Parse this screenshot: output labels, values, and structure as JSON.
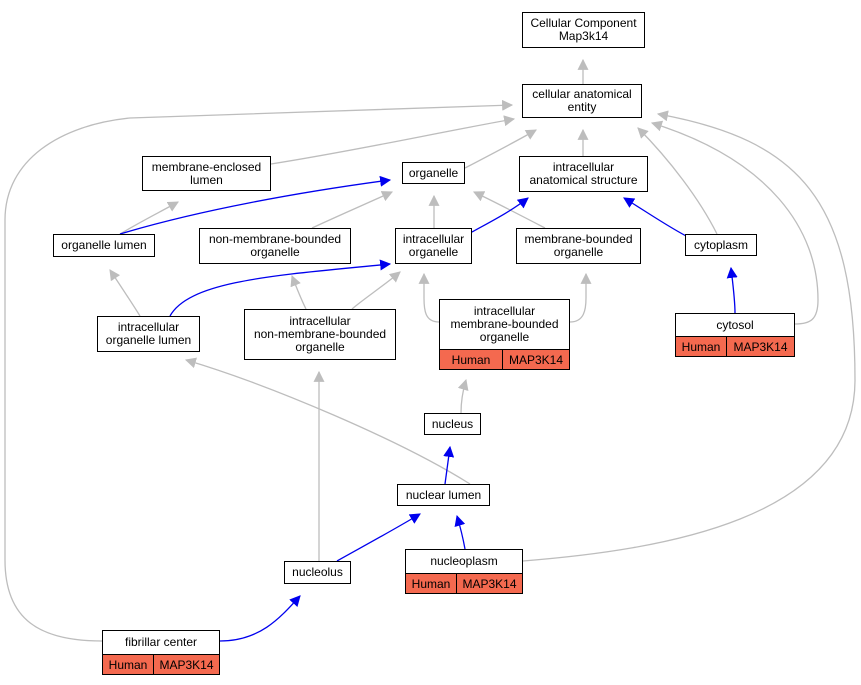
{
  "colors": {
    "is_a_edge": "#bdbdbd",
    "part_of_edge": "#0000ee",
    "annotation_fill": "#f4694f"
  },
  "nodes": {
    "root": {
      "label": "Cellular Component\nMap3k14"
    },
    "cae": {
      "label": "cellular anatomical\nentity"
    },
    "mel": {
      "label": "membrane-enclosed\nlumen"
    },
    "org": {
      "label": "organelle"
    },
    "ias": {
      "label": "intracellular\nanatomical structure"
    },
    "orgl": {
      "label": "organelle lumen"
    },
    "nmbo": {
      "label": "non-membrane-bounded\norganelle"
    },
    "io": {
      "label": "intracellular\norganelle"
    },
    "mbo": {
      "label": "membrane-bounded\norganelle"
    },
    "cyto": {
      "label": "cytoplasm"
    },
    "iol": {
      "label": "intracellular\norganelle lumen"
    },
    "inmbo": {
      "label": "intracellular\nnon-membrane-bounded\norganelle"
    },
    "imbo": {
      "label": "intracellular\nmembrane-bounded\norganelle",
      "species": "Human",
      "gene": "MAP3K14"
    },
    "cytosol": {
      "label": "cytosol",
      "species": "Human",
      "gene": "MAP3K14"
    },
    "nucleus": {
      "label": "nucleus"
    },
    "nl": {
      "label": "nuclear lumen"
    },
    "nucleolus": {
      "label": "nucleolus"
    },
    "np": {
      "label": "nucleoplasm",
      "species": "Human",
      "gene": "MAP3K14"
    },
    "fc": {
      "label": "fibrillar center",
      "species": "Human",
      "gene": "MAP3K14"
    }
  },
  "edges": [
    {
      "from": "cae",
      "to": "root",
      "type": "is_a"
    },
    {
      "from": "mel",
      "to": "cae",
      "type": "is_a"
    },
    {
      "from": "org",
      "to": "cae",
      "type": "is_a"
    },
    {
      "from": "ias",
      "to": "cae",
      "type": "is_a"
    },
    {
      "from": "cyto",
      "to": "cae",
      "type": "is_a"
    },
    {
      "from": "cytosol",
      "to": "cae",
      "type": "is_a"
    },
    {
      "from": "np",
      "to": "cae",
      "type": "is_a"
    },
    {
      "from": "fc",
      "to": "cae",
      "type": "is_a"
    },
    {
      "from": "orgl",
      "to": "mel",
      "type": "is_a"
    },
    {
      "from": "orgl",
      "to": "org",
      "type": "part_of"
    },
    {
      "from": "nmbo",
      "to": "org",
      "type": "is_a"
    },
    {
      "from": "io",
      "to": "org",
      "type": "is_a"
    },
    {
      "from": "mbo",
      "to": "org",
      "type": "is_a"
    },
    {
      "from": "io",
      "to": "ias",
      "type": "part_of"
    },
    {
      "from": "cyto",
      "to": "ias",
      "type": "part_of"
    },
    {
      "from": "iol",
      "to": "orgl",
      "type": "is_a"
    },
    {
      "from": "iol",
      "to": "io",
      "type": "part_of"
    },
    {
      "from": "inmbo",
      "to": "nmbo",
      "type": "is_a"
    },
    {
      "from": "inmbo",
      "to": "io",
      "type": "is_a"
    },
    {
      "from": "imbo",
      "to": "io",
      "type": "is_a"
    },
    {
      "from": "imbo",
      "to": "mbo",
      "type": "is_a"
    },
    {
      "from": "cytosol",
      "to": "cyto",
      "type": "part_of"
    },
    {
      "from": "nucleus",
      "to": "imbo",
      "type": "is_a"
    },
    {
      "from": "nl",
      "to": "iol",
      "type": "is_a"
    },
    {
      "from": "nl",
      "to": "nucleus",
      "type": "part_of"
    },
    {
      "from": "nucleolus",
      "to": "inmbo",
      "type": "is_a"
    },
    {
      "from": "nucleolus",
      "to": "nl",
      "type": "part_of"
    },
    {
      "from": "np",
      "to": "nl",
      "type": "part_of"
    },
    {
      "from": "fc",
      "to": "nucleolus",
      "type": "part_of"
    }
  ]
}
